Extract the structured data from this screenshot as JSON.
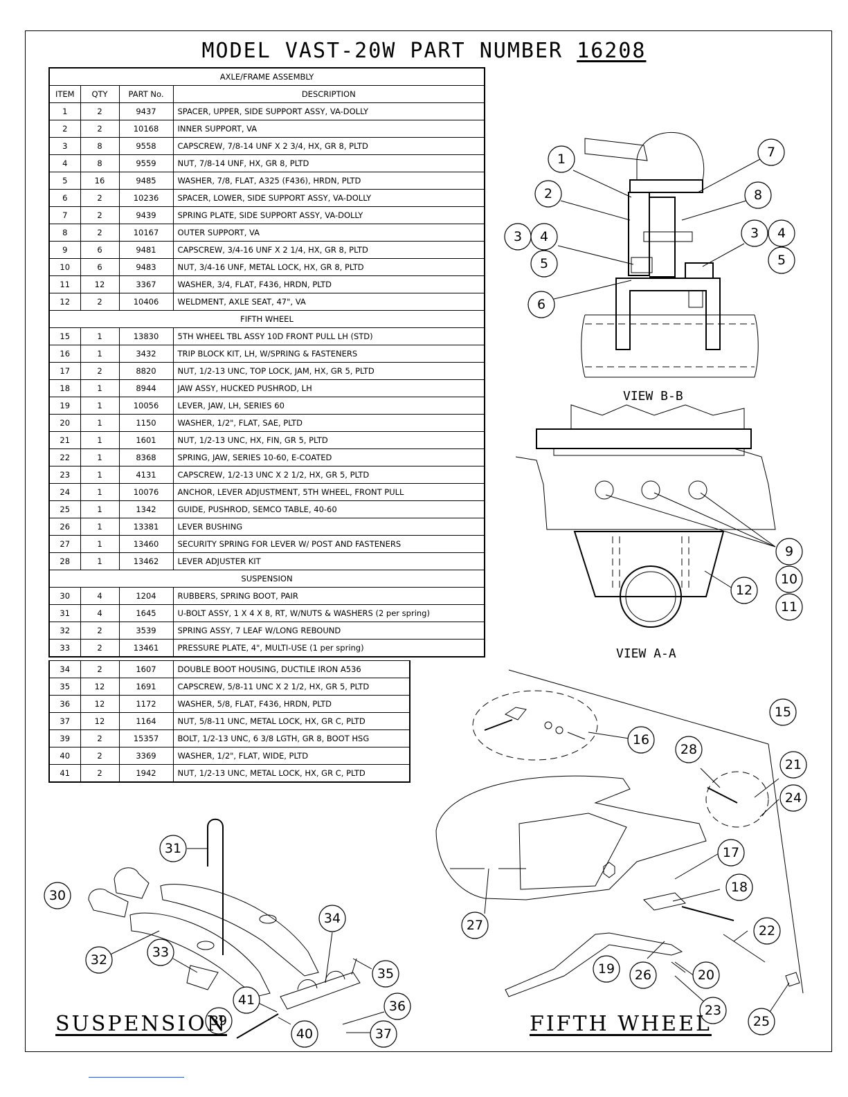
{
  "title": {
    "prefix": "MODEL VAST-20W PART NUMBER ",
    "part_number": "16208"
  },
  "table": {
    "headers": {
      "item": "ITEM",
      "qty": "QTY",
      "part": "PART No.",
      "desc": "DESCRIPTION"
    },
    "sections": [
      {
        "name": "AXLE/FRAME ASSEMBLY",
        "rows": [
          [
            "1",
            "2",
            "9437",
            "SPACER, UPPER, SIDE SUPPORT ASSY, VA-DOLLY"
          ],
          [
            "2",
            "2",
            "10168",
            "INNER SUPPORT, VA"
          ],
          [
            "3",
            "8",
            "9558",
            "CAPSCREW, 7/8-14 UNF X 2 3/4, HX, GR 8, PLTD"
          ],
          [
            "4",
            "8",
            "9559",
            "NUT, 7/8-14 UNF, HX, GR 8, PLTD"
          ],
          [
            "5",
            "16",
            "9485",
            "WASHER, 7/8, FLAT, A325 (F436), HRDN, PLTD"
          ],
          [
            "6",
            "2",
            "10236",
            "SPACER, LOWER, SIDE SUPPORT ASSY, VA-DOLLY"
          ],
          [
            "7",
            "2",
            "9439",
            "SPRING PLATE, SIDE SUPPORT ASSY, VA-DOLLY"
          ],
          [
            "8",
            "2",
            "10167",
            "OUTER SUPPORT, VA"
          ],
          [
            "9",
            "6",
            "9481",
            "CAPSCREW, 3/4-16 UNF X 2 1/4, HX, GR 8, PLTD"
          ],
          [
            "10",
            "6",
            "9483",
            "NUT, 3/4-16 UNF, METAL LOCK, HX, GR 8, PLTD"
          ],
          [
            "11",
            "12",
            "3367",
            "WASHER, 3/4, FLAT, F436, HRDN, PLTD"
          ],
          [
            "12",
            "2",
            "10406",
            "WELDMENT, AXLE SEAT, 47\", VA"
          ]
        ]
      },
      {
        "name": "FIFTH WHEEL",
        "rows": [
          [
            "15",
            "1",
            "13830",
            "5TH WHEEL TBL ASSY 10D FRONT PULL LH (STD)"
          ],
          [
            "16",
            "1",
            "3432",
            "TRIP BLOCK KIT, LH, W/SPRING & FASTENERS"
          ],
          [
            "17",
            "2",
            "8820",
            "NUT, 1/2-13 UNC, TOP LOCK, JAM, HX, GR 5, PLTD"
          ],
          [
            "18",
            "1",
            "8944",
            "JAW ASSY, HUCKED PUSHROD, LH"
          ],
          [
            "19",
            "1",
            "10056",
            "LEVER, JAW, LH, SERIES 60"
          ],
          [
            "20",
            "1",
            "1150",
            "WASHER, 1/2\", FLAT, SAE, PLTD"
          ],
          [
            "21",
            "1",
            "1601",
            "NUT, 1/2-13 UNC, HX, FIN, GR 5, PLTD"
          ],
          [
            "22",
            "1",
            "8368",
            "SPRING, JAW, SERIES 10-60, E-COATED"
          ],
          [
            "23",
            "1",
            "4131",
            "CAPSCREW, 1/2-13 UNC X 2 1/2, HX, GR 5, PLTD"
          ],
          [
            "24",
            "1",
            "10076",
            "ANCHOR, LEVER ADJUSTMENT, 5TH WHEEL, FRONT PULL"
          ],
          [
            "25",
            "1",
            "1342",
            "GUIDE, PUSHROD, SEMCO TABLE, 40-60"
          ],
          [
            "26",
            "1",
            "13381",
            "LEVER BUSHING"
          ],
          [
            "27",
            "1",
            "13460",
            "SECURITY SPRING FOR LEVER W/ POST AND FASTENERS"
          ],
          [
            "28",
            "1",
            "13462",
            "LEVER ADJUSTER KIT"
          ]
        ]
      },
      {
        "name": "SUSPENSION",
        "rows": [
          [
            "30",
            "4",
            "1204",
            "RUBBERS, SPRING BOOT, PAIR"
          ],
          [
            "31",
            "4",
            "1645",
            "U-BOLT ASSY, 1 X 4 X 8, RT, W/NUTS & WASHERS (2 per spring)"
          ],
          [
            "32",
            "2",
            "3539",
            "SPRING ASSY, 7 LEAF W/LONG REBOUND"
          ],
          [
            "33",
            "2",
            "13461",
            "PRESSURE PLATE, 4\", MULTI-USE (1 per spring)"
          ]
        ]
      }
    ],
    "continued_rows": [
      [
        "34",
        "2",
        "1607",
        "DOUBLE BOOT HOUSING, DUCTILE IRON A536"
      ],
      [
        "35",
        "12",
        "1691",
        "CAPSCREW, 5/8-11 UNC X 2 1/2, HX, GR 5, PLTD"
      ],
      [
        "36",
        "12",
        "1172",
        "WASHER, 5/8, FLAT, F436, HRDN, PLTD"
      ],
      [
        "37",
        "12",
        "1164",
        "NUT, 5/8-11 UNC, METAL LOCK, HX, GR C, PLTD"
      ],
      [
        "39",
        "2",
        "15357",
        "BOLT, 1/2-13 UNC, 6 3/8 LGTH, GR 8, BOOT HSG"
      ],
      [
        "40",
        "2",
        "3369",
        "WASHER, 1/2\", FLAT, WIDE, PLTD"
      ],
      [
        "41",
        "2",
        "1942",
        "NUT, 1/2-13 UNC, METAL LOCK, HX, GR C, PLTD"
      ]
    ]
  },
  "views": {
    "view_bb": "VIEW B-B",
    "view_aa": "VIEW A-A",
    "suspension": "SUSPENSION",
    "fifth_wheel": "FIFTH WHEEL"
  },
  "balloons": {
    "b1": "1",
    "b2": "2",
    "b3": "3",
    "b4": "4",
    "b5": "5",
    "b6": "6",
    "b7": "7",
    "b8": "8",
    "b9": "9",
    "b10": "10",
    "b11": "11",
    "b12": "12",
    "b15": "15",
    "b16": "16",
    "b17": "17",
    "b18": "18",
    "b19": "19",
    "b20": "20",
    "b21": "21",
    "b22": "22",
    "b23": "23",
    "b24": "24",
    "b25": "25",
    "b26": "26",
    "b27": "27",
    "b28": "28",
    "b30": "30",
    "b31": "31",
    "b32": "32",
    "b33": "33",
    "b34": "34",
    "b35": "35",
    "b36": "36",
    "b37": "37",
    "b39": "39",
    "b40": "40",
    "b41": "41"
  }
}
